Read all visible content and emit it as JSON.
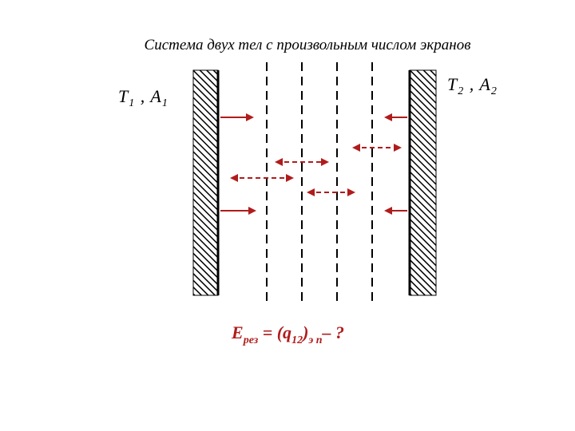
{
  "title": "Система двух тел с произвольным числом экранов",
  "left_body": {
    "t": "T",
    "t_sub": "1",
    "sep": " , ",
    "a": "A",
    "a_sub": "1"
  },
  "right_body": {
    "t": "T",
    "t_sub": "2",
    "sep": " , ",
    "a": "A",
    "a_sub": "2"
  },
  "formula": {
    "e": "E",
    "e_sub": "рез",
    "mid": " = (q",
    "q_sub": "12",
    "close": ")",
    "n_sub": "э n",
    "tail": "– ?"
  },
  "colors": {
    "arrow": "#b01c1c",
    "formula": "#b01c1c",
    "lines": "#000000"
  }
}
